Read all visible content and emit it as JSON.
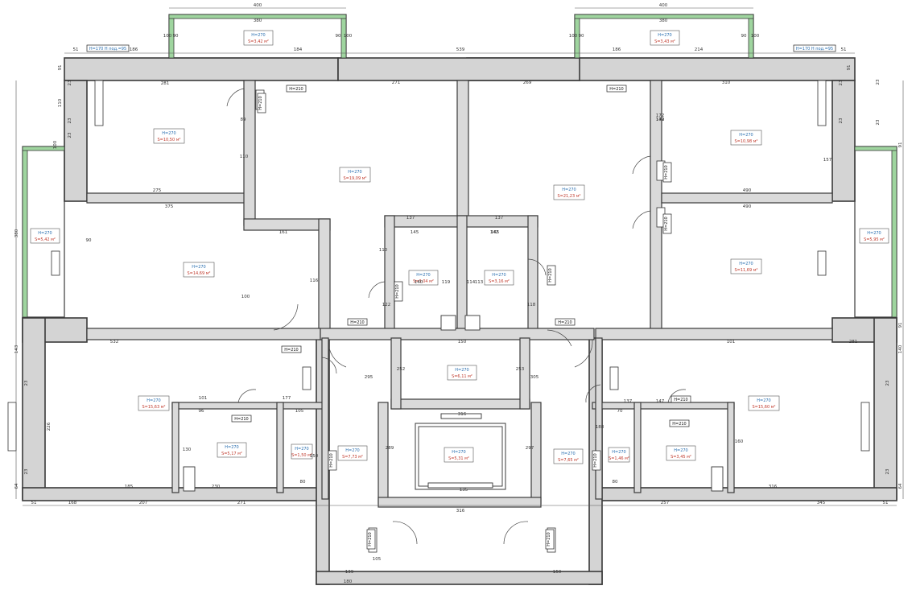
{
  "rooms": [
    {
      "id": "r1",
      "h": "H=270",
      "s": "S=10,50 м²"
    },
    {
      "id": "r2",
      "h": "H=270",
      "s": "S=19,09 м²"
    },
    {
      "id": "r3",
      "h": "H=270",
      "s": "S=21,23 м²"
    },
    {
      "id": "r4",
      "h": "H=270",
      "s": "S=10,98 м²"
    },
    {
      "id": "r5",
      "h": "H=270",
      "s": "S=14,69 м²"
    },
    {
      "id": "r6",
      "h": "H=270",
      "s": "S=11,69 м²"
    },
    {
      "id": "r7",
      "h": "H=270",
      "s": "S=3,04 м²"
    },
    {
      "id": "r8",
      "h": "H=270",
      "s": "S=3,16 м²"
    },
    {
      "id": "r9",
      "h": "H=270",
      "s": "S=5,42 м²"
    },
    {
      "id": "r10",
      "h": "H=270",
      "s": "S=5,95 м²"
    },
    {
      "id": "r11",
      "h": "H=270",
      "s": "S=3,42 м²"
    },
    {
      "id": "r12",
      "h": "H=270",
      "s": "S=3,43 м²"
    },
    {
      "id": "r13",
      "h": "H=270",
      "s": "S=15,63 м²"
    },
    {
      "id": "r14",
      "h": "H=270",
      "s": "S=6,11 м²"
    },
    {
      "id": "r15",
      "h": "H=270",
      "s": "S=15,60 м²"
    },
    {
      "id": "r16",
      "h": "H=270",
      "s": "S=5,17 м²"
    },
    {
      "id": "r17",
      "h": "H=270",
      "s": "S=1,50 м²"
    },
    {
      "id": "r18",
      "h": "H=270",
      "s": "S=7,73 м²"
    },
    {
      "id": "r19",
      "h": "H=270",
      "s": "S=5,31 м²"
    },
    {
      "id": "r20",
      "h": "H=270",
      "s": "S=7,65 м²"
    },
    {
      "id": "r21",
      "h": "H=270",
      "s": "S=1,46 м²"
    },
    {
      "id": "r22",
      "h": "H=270",
      "s": "S=3,45 м²"
    }
  ],
  "door_tags": [
    "H=210",
    "H=210",
    "H=210",
    "H=210",
    "H=210",
    "H=210",
    "H=210",
    "H=210",
    "H=210",
    "H=210",
    "H=210",
    "H=210",
    "H=210",
    "H=210",
    "H=210",
    "H=210",
    "H=210"
  ],
  "window_tags": [
    "H=170  H под.=95",
    "H=170  H под.=95"
  ],
  "dims_top": [
    "400",
    "380",
    "100",
    "100",
    "90",
    "90",
    "400",
    "380",
    "100",
    "100",
    "90",
    "90",
    "51",
    "186",
    "184",
    "539",
    "186",
    "214",
    "51"
  ],
  "dims_inner": [
    "281",
    "271",
    "269",
    "310",
    "89",
    "110",
    "149",
    "172",
    "172",
    "275",
    "375",
    "157",
    "490",
    "490",
    "161",
    "137",
    "137",
    "145",
    "145",
    "142",
    "140",
    "119",
    "114",
    "113",
    "110",
    "90",
    "100",
    "116",
    "122",
    "118",
    "150",
    "281",
    "101",
    "532",
    "101",
    "177",
    "137",
    "147",
    "96",
    "105",
    "80",
    "80",
    "70",
    "130",
    "150",
    "188",
    "160",
    "185",
    "230",
    "316",
    "316",
    "316",
    "135",
    "139",
    "150",
    "180",
    "105",
    "295",
    "305",
    "289",
    "297",
    "252",
    "253"
  ],
  "dims_bottom": [
    "51",
    "168",
    "207",
    "271",
    "257",
    "345",
    "51"
  ],
  "dims_side": [
    "91",
    "23",
    "23",
    "23",
    "110",
    "91",
    "23",
    "23",
    "100",
    "380",
    "91",
    "143",
    "91",
    "23",
    "226",
    "23",
    "64",
    "140",
    "23",
    "23",
    "23",
    "23",
    "64"
  ]
}
